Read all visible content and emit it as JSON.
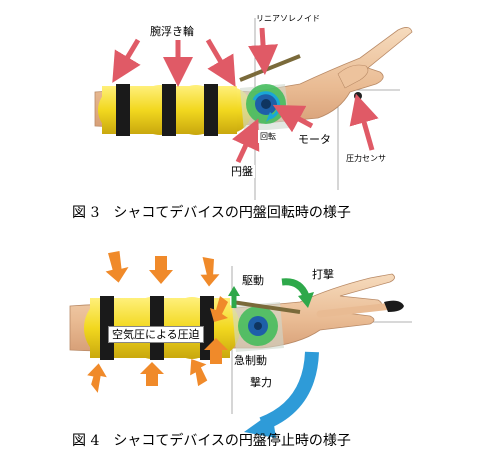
{
  "figure3": {
    "caption": "図 3　シャコてデバイスの円盤回転時の様子",
    "labels": {
      "float_rings": "腕浮き輪",
      "linear_solenoid": "リニアソレノイド",
      "rotation": "回転",
      "motor": "モータ",
      "disk": "円盤",
      "pressure_sensor": "圧力センサ"
    }
  },
  "figure4": {
    "caption": "図 4　シャコてデバイスの円盤停止時の様子",
    "labels": {
      "air_pressure": "空気圧による圧迫",
      "drive": "駆動",
      "strike": "打撃",
      "sudden_brake": "急制動",
      "impact": "撃力"
    }
  },
  "colors": {
    "pointer_arrow": "#e05a66",
    "pressure_arrow": "#f08a2a",
    "drive_arrow": "#2ea84a",
    "impact_arrow": "#2e9bd8",
    "ring_yellow": "#f2df2a",
    "ring_band": "#1a1a1a",
    "skin": "#efc6a0",
    "disk_green": "#3dbb57"
  }
}
